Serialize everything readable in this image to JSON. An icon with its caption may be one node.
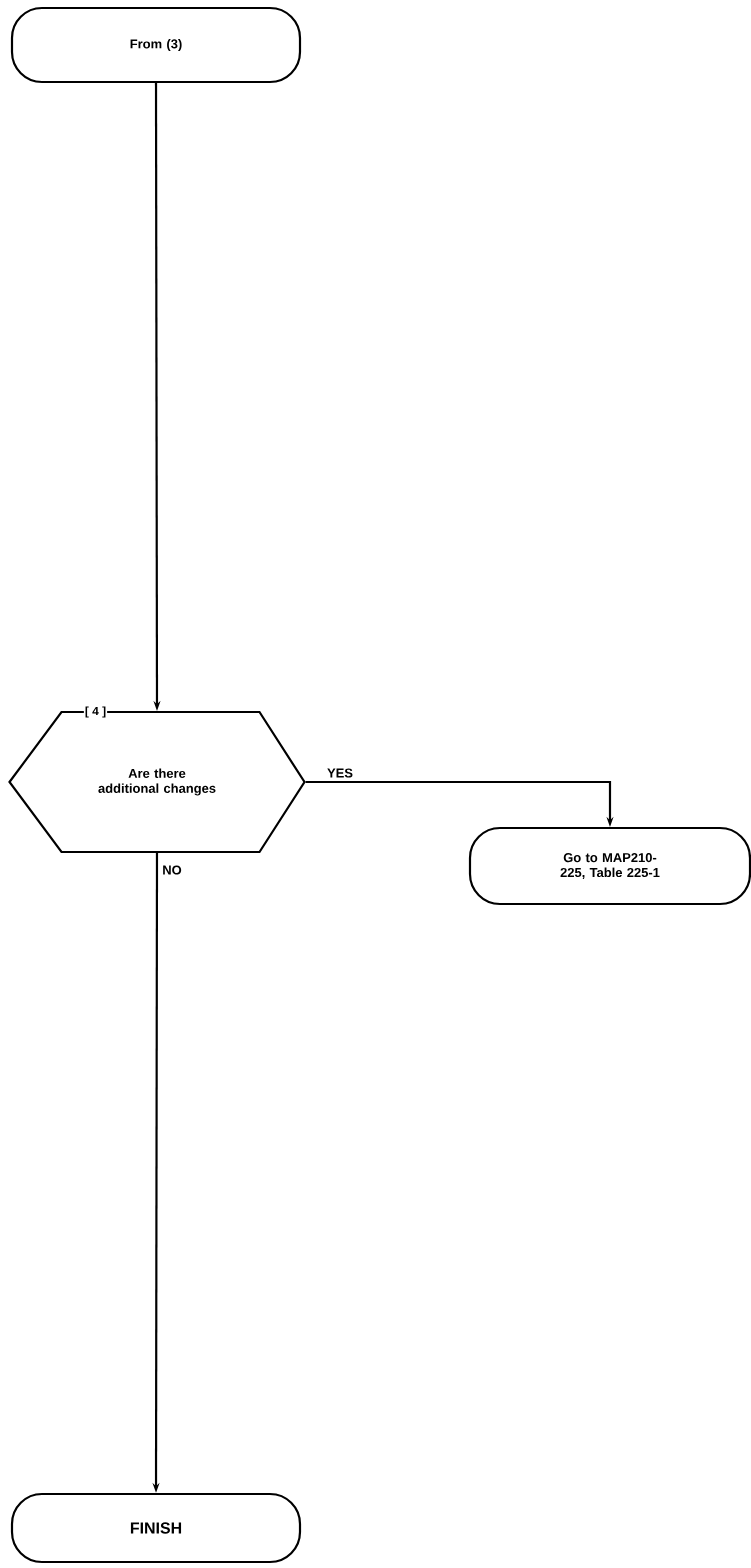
{
  "diagram": {
    "nodes": [
      {
        "text": [
          "From (3)"
        ]
      },
      {
        "text": [
          "[ 4 ]",
          "Are there additional changes"
        ]
      },
      {
        "text": [
          "Go to MAP210-225, Table 225-1"
        ]
      },
      {
        "text": [
          "FINISH"
        ]
      }
    ],
    "edges": [
      {
        "from": 0,
        "to": 1,
        "arrow": "to"
      },
      {
        "from": 1,
        "to": 2,
        "arrow": "to",
        "label": "YES"
      },
      {
        "from": 1,
        "to": 3,
        "arrow": "to",
        "label": "NO"
      }
    ]
  }
}
